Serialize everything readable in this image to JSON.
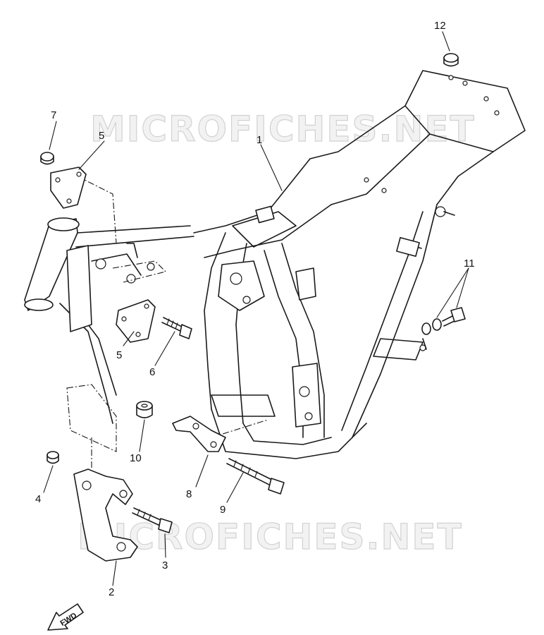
{
  "watermark": {
    "text": "MICROFICHES.NET"
  },
  "fwd_label": "FWD",
  "callouts": [
    {
      "id": "1",
      "label": "1"
    },
    {
      "id": "2",
      "label": "2"
    },
    {
      "id": "3",
      "label": "3"
    },
    {
      "id": "4",
      "label": "4"
    },
    {
      "id": "5a",
      "label": "5"
    },
    {
      "id": "5b",
      "label": "5"
    },
    {
      "id": "6",
      "label": "6"
    },
    {
      "id": "7",
      "label": "7"
    },
    {
      "id": "8",
      "label": "8"
    },
    {
      "id": "9",
      "label": "9"
    },
    {
      "id": "10",
      "label": "10"
    },
    {
      "id": "11",
      "label": "11"
    },
    {
      "id": "12",
      "label": "12"
    }
  ]
}
